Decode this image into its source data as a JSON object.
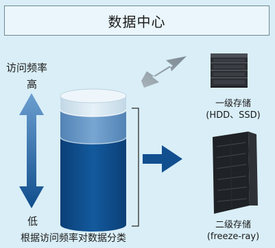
{
  "header": {
    "title": "数据中心"
  },
  "left": {
    "access_label": "访问频率",
    "high_label": "高",
    "low_label": "低",
    "classify_caption": "根据访问频率对数据分类"
  },
  "tiers": {
    "tier1": {
      "name": "一级存储",
      "detail": "(HDD、SSD)"
    },
    "tier2": {
      "name": "二级存储",
      "detail": "(freeze-ray)"
    }
  },
  "colors": {
    "background": "#d9eef7",
    "cylinder_top": "#cfe3ee",
    "cylinder_mid": "#5e8fbf",
    "cylinder_bottom": "#0e4b8a",
    "arrow_gray": "#8d9aa3",
    "arrow_blue": "#124f8f"
  },
  "icons": {
    "up_down_arrow": "double-headed-arrow-icon",
    "server": "server-rack-icon",
    "archive": "tall-rack-cabinet-icon"
  }
}
